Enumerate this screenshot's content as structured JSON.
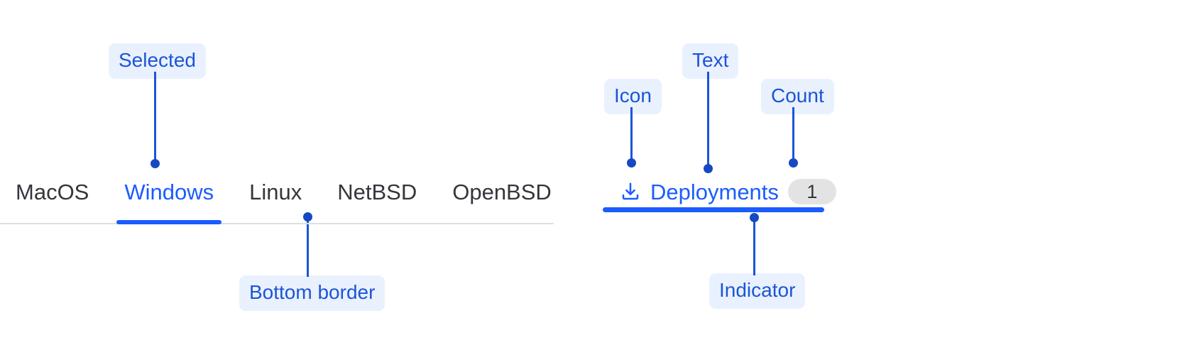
{
  "colors": {
    "accent_blue": "#1b5cff",
    "annotation_blue": "#1b55d6",
    "annotation_bg": "#eaf1fe",
    "tab_text": "#33363b",
    "rule_gray": "#dcdfe3",
    "badge_bg": "#e3e3e3",
    "page_bg": "#ffffff"
  },
  "tabstrip": {
    "tabs": [
      {
        "label": "MacOS",
        "selected": false
      },
      {
        "label": "Windows",
        "selected": true
      },
      {
        "label": "Linux",
        "selected": false
      },
      {
        "label": "NetBSD",
        "selected": false
      },
      {
        "label": "OpenBSD",
        "selected": false
      }
    ]
  },
  "single_tab": {
    "icon": "download-icon",
    "text": "Deployments",
    "count": "1",
    "selected": true
  },
  "annotations": [
    {
      "id": "selected",
      "label": "Selected"
    },
    {
      "id": "bottom-border",
      "label": "Bottom border"
    },
    {
      "id": "icon",
      "label": "Icon"
    },
    {
      "id": "text",
      "label": "Text"
    },
    {
      "id": "count",
      "label": "Count"
    },
    {
      "id": "indicator",
      "label": "Indicator"
    }
  ]
}
